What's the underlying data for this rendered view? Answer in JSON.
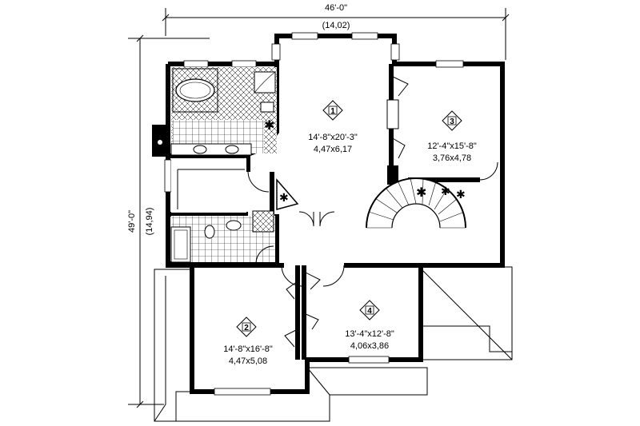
{
  "dimensions": {
    "width_label": "46'-0\"",
    "width_metric": "(14,02)",
    "depth_label": "49'-0\"",
    "depth_metric": "(14,94)"
  },
  "rooms": [
    {
      "number": "1",
      "size_imperial": "14'-8\"x20'-3\"",
      "size_metric": "4,47x6,17"
    },
    {
      "number": "2",
      "size_imperial": "14'-8\"x16'-8\"",
      "size_metric": "4,47x5,08"
    },
    {
      "number": "3",
      "size_imperial": "12'-4\"x15'-8\"",
      "size_metric": "3,76x4,78"
    },
    {
      "number": "4",
      "size_imperial": "13'-4\"x12'-8\"",
      "size_metric": "4,06x3,86"
    }
  ]
}
